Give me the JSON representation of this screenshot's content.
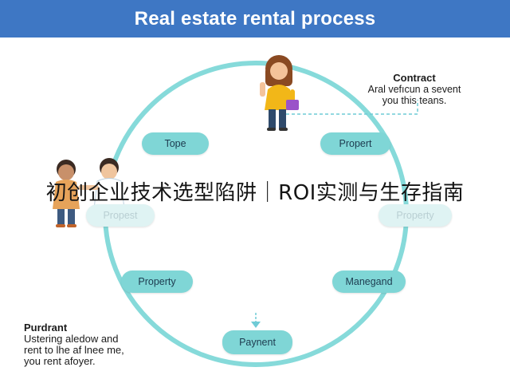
{
  "header": {
    "title": "Real estate rental process"
  },
  "nodes": {
    "tope": "Tope",
    "propert": "Propert",
    "propest": "Propest",
    "property_right": "Property",
    "property_left": "Property",
    "manegand": "Manegand",
    "payment": "Paynent"
  },
  "contract": {
    "heading": "Contract",
    "line1": "Aral vefıcun a sevent",
    "line2": "you this teans."
  },
  "purdrant": {
    "heading": "Purdrant",
    "line1": "Ustering aledow and",
    "line2": "rent to lhe af lnee me,",
    "line3": "you rent afoyer."
  },
  "overlay": {
    "text": "初创企业技术选型陷阱｜ROI实测与生存指南"
  },
  "colors": {
    "header": "#3e77c4",
    "node": "#7fd6d6",
    "cycle": "#86dada",
    "dashed": "#6fcbd6"
  }
}
